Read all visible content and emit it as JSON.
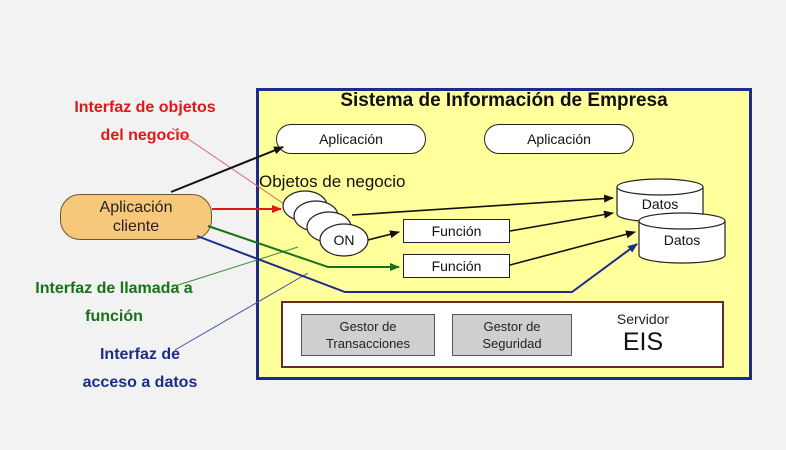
{
  "diagram": {
    "title": "Sistema de Información de Empresa",
    "applications": [
      "Aplicación",
      "Aplicación"
    ],
    "client": {
      "line1": "Aplicación",
      "line2": "cliente"
    },
    "business_objects_label": "Objetos de negocio",
    "object_on_label": "ON",
    "functions": [
      "Función",
      "Función"
    ],
    "databases": [
      "Datos",
      "Datos"
    ],
    "managers": [
      {
        "line1": "Gestor de",
        "line2": "Transacciones"
      },
      {
        "line1": "Gestor de",
        "line2": "Seguridad"
      }
    ],
    "server": {
      "label": "Servidor",
      "name": "EIS"
    },
    "interfaces": {
      "business_objects": {
        "line1": "Interfaz de objetos",
        "line2": "del negocio"
      },
      "function_call": {
        "line1": "Interfaz de llamada a",
        "line2": "función"
      },
      "data_access": {
        "line1": "Interfaz de",
        "line2": "acceso a datos"
      }
    },
    "colors": {
      "frame_fill": "#ffff9c",
      "frame_border": "#1c2c8c",
      "client_fill": "#f7c87a",
      "business_objects_interface": "#e01818",
      "function_call_interface": "#187018",
      "data_access_interface": "#1c2c8c"
    }
  }
}
